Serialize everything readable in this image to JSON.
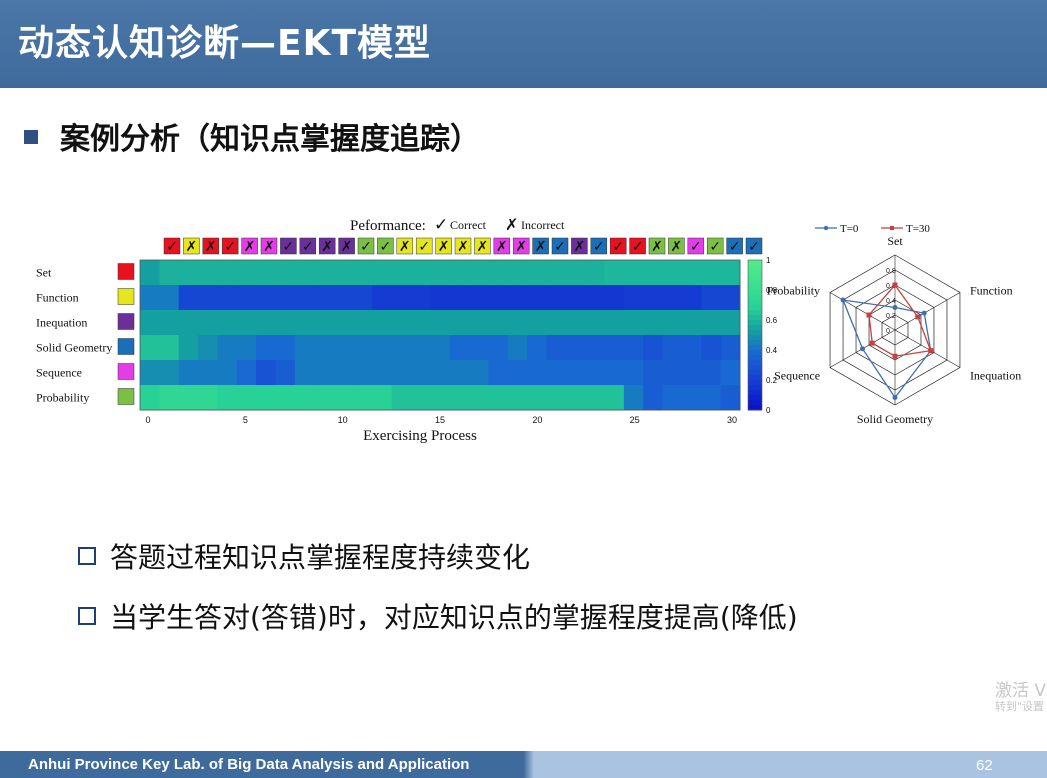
{
  "slide": {
    "title": "动态认知诊断—EKT模型",
    "section": "案例分析（知识点掌握度追踪）",
    "bullets": [
      "答题过程知识点掌握程度持续变化",
      "当学生答对(答错)时，对应知识点的掌握程度提高(降低)"
    ],
    "watermark_line1": "激活 V",
    "watermark_line2": "转到\"设置",
    "footer_text": "Anhui Province Key Lab. of Big Data Analysis and Application",
    "page_number": "62"
  },
  "colors": {
    "title_bar": "#4a76a8",
    "footer_dark": "#3e6a9c",
    "footer_light": "#aac3e0",
    "bullet": "#1d3f72"
  },
  "chart_data": [
    {
      "type": "heatmap",
      "legend_title": "Peformance:",
      "legend_correct": "Correct",
      "legend_incorrect": "Incorrect",
      "xlabel": "Exercising Process",
      "x_ticks": [
        0,
        5,
        10,
        15,
        20,
        25,
        30
      ],
      "colorbar_ticks": [
        "0",
        "0.2",
        "0.4",
        "0.6",
        "0.8",
        "1"
      ],
      "concepts": [
        {
          "name": "Set",
          "color": "#e8111f"
        },
        {
          "name": "Function",
          "color": "#e6e61e"
        },
        {
          "name": "Inequation",
          "color": "#6a2f99"
        },
        {
          "name": "Solid Geometry",
          "color": "#1b6eb8"
        },
        {
          "name": "Sequence",
          "color": "#e23de6"
        },
        {
          "name": "Probability",
          "color": "#7cbf45"
        }
      ],
      "sequence": [
        {
          "concept": 0,
          "correct": true
        },
        {
          "concept": 1,
          "correct": false
        },
        {
          "concept": 0,
          "correct": false
        },
        {
          "concept": 0,
          "correct": true
        },
        {
          "concept": 4,
          "correct": false
        },
        {
          "concept": 4,
          "correct": false
        },
        {
          "concept": 2,
          "correct": true
        },
        {
          "concept": 2,
          "correct": true
        },
        {
          "concept": 2,
          "correct": false
        },
        {
          "concept": 2,
          "correct": false
        },
        {
          "concept": 5,
          "correct": true
        },
        {
          "concept": 5,
          "correct": true
        },
        {
          "concept": 1,
          "correct": false
        },
        {
          "concept": 1,
          "correct": true
        },
        {
          "concept": 1,
          "correct": false
        },
        {
          "concept": 1,
          "correct": false
        },
        {
          "concept": 1,
          "correct": false
        },
        {
          "concept": 4,
          "correct": false
        },
        {
          "concept": 4,
          "correct": false
        },
        {
          "concept": 3,
          "correct": false
        },
        {
          "concept": 3,
          "correct": true
        },
        {
          "concept": 2,
          "correct": false
        },
        {
          "concept": 3,
          "correct": true
        },
        {
          "concept": 0,
          "correct": true
        },
        {
          "concept": 0,
          "correct": true
        },
        {
          "concept": 5,
          "correct": false
        },
        {
          "concept": 5,
          "correct": false
        },
        {
          "concept": 4,
          "correct": true
        },
        {
          "concept": 5,
          "correct": true
        },
        {
          "concept": 3,
          "correct": true
        },
        {
          "concept": 3,
          "correct": true
        }
      ],
      "mastery": [
        [
          0.55,
          0.6,
          0.6,
          0.6,
          0.6,
          0.6,
          0.6,
          0.6,
          0.6,
          0.6,
          0.6,
          0.6,
          0.6,
          0.6,
          0.6,
          0.6,
          0.6,
          0.6,
          0.6,
          0.6,
          0.6,
          0.6,
          0.6,
          0.6,
          0.62,
          0.62,
          0.62,
          0.62,
          0.62,
          0.62,
          0.62
        ],
        [
          0.45,
          0.45,
          0.25,
          0.25,
          0.25,
          0.25,
          0.25,
          0.25,
          0.25,
          0.25,
          0.25,
          0.25,
          0.2,
          0.2,
          0.2,
          0.18,
          0.18,
          0.18,
          0.18,
          0.18,
          0.18,
          0.18,
          0.18,
          0.18,
          0.18,
          0.2,
          0.2,
          0.2,
          0.2,
          0.25,
          0.25
        ],
        [
          0.55,
          0.55,
          0.55,
          0.55,
          0.55,
          0.55,
          0.55,
          0.55,
          0.55,
          0.55,
          0.55,
          0.55,
          0.55,
          0.55,
          0.55,
          0.55,
          0.55,
          0.55,
          0.55,
          0.55,
          0.55,
          0.55,
          0.55,
          0.55,
          0.55,
          0.55,
          0.55,
          0.55,
          0.55,
          0.55,
          0.55
        ],
        [
          0.65,
          0.65,
          0.55,
          0.5,
          0.45,
          0.45,
          0.4,
          0.4,
          0.45,
          0.45,
          0.45,
          0.45,
          0.45,
          0.45,
          0.45,
          0.45,
          0.4,
          0.4,
          0.4,
          0.45,
          0.4,
          0.35,
          0.35,
          0.35,
          0.35,
          0.35,
          0.3,
          0.35,
          0.35,
          0.3,
          0.35
        ],
        [
          0.5,
          0.5,
          0.45,
          0.45,
          0.45,
          0.4,
          0.3,
          0.35,
          0.45,
          0.45,
          0.45,
          0.45,
          0.45,
          0.45,
          0.45,
          0.45,
          0.45,
          0.45,
          0.4,
          0.4,
          0.4,
          0.4,
          0.4,
          0.4,
          0.4,
          0.4,
          0.35,
          0.35,
          0.35,
          0.35,
          0.4
        ],
        [
          0.7,
          0.75,
          0.75,
          0.75,
          0.7,
          0.7,
          0.7,
          0.7,
          0.7,
          0.7,
          0.7,
          0.7,
          0.7,
          0.65,
          0.65,
          0.65,
          0.65,
          0.65,
          0.65,
          0.65,
          0.65,
          0.65,
          0.65,
          0.65,
          0.65,
          0.45,
          0.35,
          0.4,
          0.4,
          0.4,
          0.35
        ]
      ]
    },
    {
      "type": "radar",
      "axes": [
        "Set",
        "Function",
        "Inequation",
        "Solid Geometry",
        "Sequence",
        "Probability"
      ],
      "r_ticks": [
        "0.8",
        "0.6",
        "0.4",
        "0.2",
        "0"
      ],
      "series": [
        {
          "name": "T=0",
          "color": "#3f6fae",
          "values": [
            0.3,
            0.45,
            0.55,
            0.9,
            0.5,
            0.8
          ]
        },
        {
          "name": "T=30",
          "color": "#c6403e",
          "values": [
            0.6,
            0.35,
            0.55,
            0.35,
            0.35,
            0.4
          ]
        }
      ]
    }
  ]
}
